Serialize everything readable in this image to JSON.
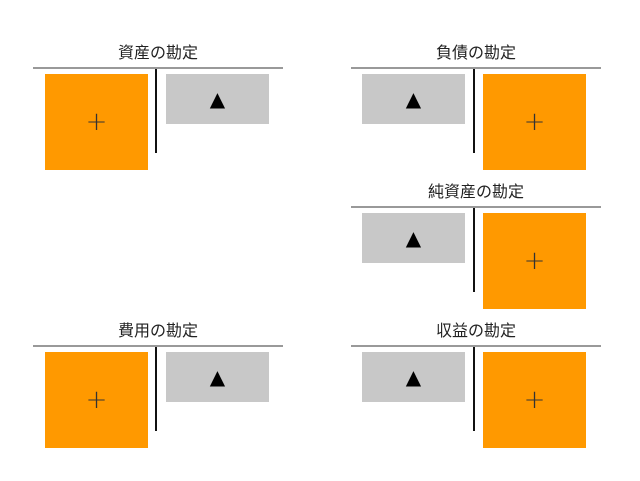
{
  "accounts": [
    {
      "title": "資産の勘定",
      "debit": "+",
      "credit": "▲"
    },
    {
      "title": "負債の勘定",
      "debit": "▲",
      "credit": "+"
    },
    {
      "title": "純資産の勘定",
      "debit": "▲",
      "credit": "+"
    },
    {
      "title": "費用の勘定",
      "debit": "+",
      "credit": "▲"
    },
    {
      "title": "収益の勘定",
      "debit": "▲",
      "credit": "+"
    }
  ],
  "colors": {
    "increase": "#ff9900",
    "decrease": "#c8c8c8"
  }
}
